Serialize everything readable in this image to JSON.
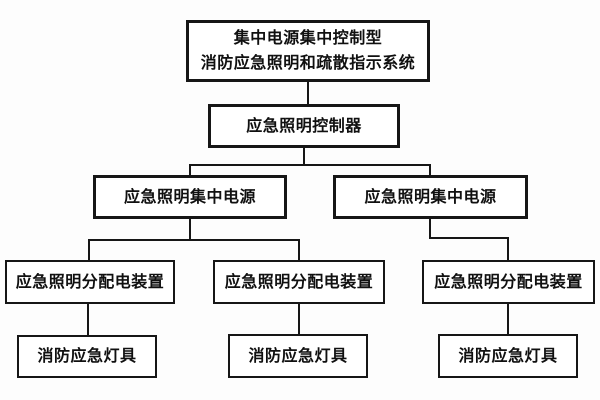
{
  "diagram": {
    "type": "flowchart",
    "language": "zh-CN",
    "nodes": {
      "system": {
        "label": "集中电源集中控制型\n消防应急照明和疏散指示系统",
        "level": 1
      },
      "controller": {
        "label": "应急照明控制器",
        "level": 2
      },
      "power_left": {
        "label": "应急照明集中电源",
        "level": 3
      },
      "power_right": {
        "label": "应急照明集中电源",
        "level": 3
      },
      "dist_left": {
        "label": "应急照明分配电装置",
        "level": 4
      },
      "dist_mid": {
        "label": "应急照明分配电装置",
        "level": 4
      },
      "dist_right": {
        "label": "应急照明分配电装置",
        "level": 4
      },
      "lamp_left": {
        "label": "消防应急灯具",
        "level": 5
      },
      "lamp_mid": {
        "label": "消防应急灯具",
        "level": 5
      },
      "lamp_right": {
        "label": "消防应急灯具",
        "level": 5
      }
    },
    "edges": [
      {
        "from": "system",
        "to": "controller"
      },
      {
        "from": "controller",
        "to": "power_left"
      },
      {
        "from": "controller",
        "to": "power_right"
      },
      {
        "from": "power_left",
        "to": "dist_left"
      },
      {
        "from": "power_left",
        "to": "dist_mid"
      },
      {
        "from": "power_right",
        "to": "dist_right"
      },
      {
        "from": "dist_left",
        "to": "lamp_left"
      },
      {
        "from": "dist_mid",
        "to": "lamp_mid"
      },
      {
        "from": "dist_right",
        "to": "lamp_right"
      }
    ]
  },
  "colors": {
    "line": "#161616",
    "box_border": "#161616",
    "background": "#fdfdfd",
    "box_fill": "#ffffff",
    "text": "#101010"
  }
}
